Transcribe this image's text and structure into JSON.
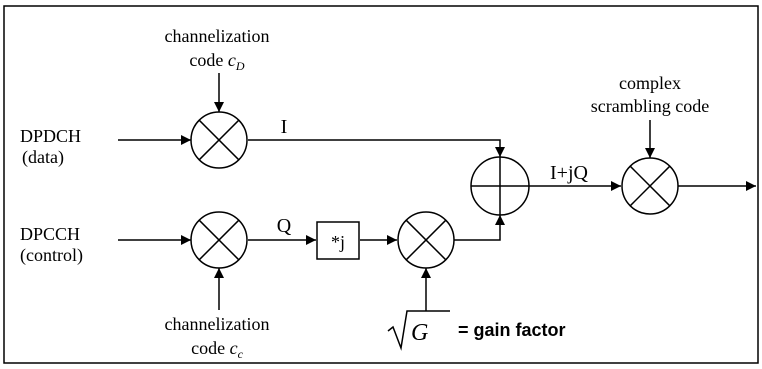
{
  "inputs": {
    "dpdch_name": "DPDCH",
    "dpdch_desc": "(data)",
    "dpcch_name": "DPCCH",
    "dpcch_desc": "(control)"
  },
  "codes": {
    "channelization_top_line1": "channelization",
    "channelization_top_line2": "code ",
    "channelization_top_var": "c",
    "channelization_top_sub": "D",
    "channelization_bottom_line1": "channelization",
    "channelization_bottom_line2": "code ",
    "channelization_bottom_var": "c",
    "channelization_bottom_sub": "c",
    "scrambling_line1": "complex",
    "scrambling_line2": "scrambling code"
  },
  "signals": {
    "i_label": "I",
    "q_label": "Q",
    "sum_label": "I+jQ"
  },
  "blocks": {
    "multiply_j": "*j"
  },
  "gain": {
    "symbol": "G",
    "label": "= gain factor"
  }
}
